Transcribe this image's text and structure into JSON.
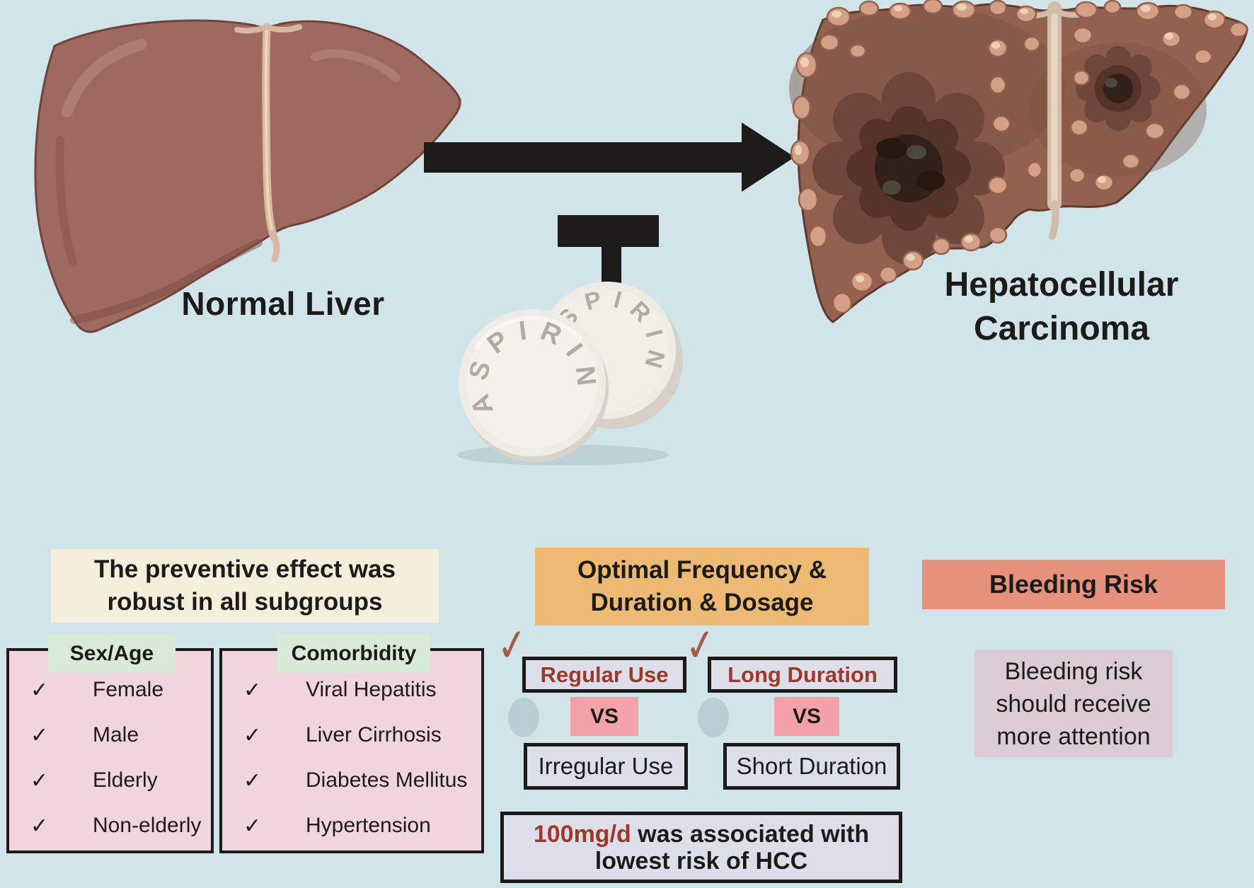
{
  "colors": {
    "background": "#d0e4e9",
    "black": "#1c1b1a",
    "accent_red": "#9e382a",
    "hand_check_red": "#9c4a36",
    "cream_box": "#f4eeda",
    "orange_box": "#edba74",
    "salmon_box": "#e5917c",
    "mauve_box": "#dbccd3",
    "pink_panel": "#f0d6dc",
    "green_tab": "#d9ead7",
    "lavender_box": "#dcdfe9",
    "vs_pink": "#f4a1aa",
    "normal_liver": "#9e6960",
    "hcc_liver": "#936150",
    "tablet": "#efece6"
  },
  "top": {
    "normal_liver_label": "Normal Liver",
    "hcc_label_line1": "Hepatocellular",
    "hcc_label_line2": "Carcinoma",
    "tablet_text": "ASPIRIN"
  },
  "panels": {
    "subgroups": {
      "title_line1": "The preventive effect was",
      "title_line2": "robust in all subgroups",
      "check_glyph": "✓",
      "groups": [
        {
          "header": "Sex/Age",
          "items": [
            "Female",
            "Male",
            "Elderly",
            "Non-elderly"
          ]
        },
        {
          "header": "Comorbidity",
          "items": [
            "Viral Hepatitis",
            "Liver Cirrhosis",
            "Diabetes Mellitus",
            "Hypertension"
          ]
        }
      ]
    },
    "optimal": {
      "title_line1": "Optimal Frequency &",
      "title_line2": "Duration & Dosage",
      "check_glyph": "✓",
      "vs_label": "VS",
      "comparisons": [
        {
          "winner": "Regular Use",
          "loser": "Irregular Use"
        },
        {
          "winner": "Long Duration",
          "loser": "Short Duration"
        }
      ],
      "dosage_highlight": "100mg/d",
      "dosage_line1_rest": " was associated with",
      "dosage_line2": "lowest risk of HCC"
    },
    "bleeding": {
      "title": "Bleeding Risk",
      "note_line1": "Bleeding risk",
      "note_line2": "should receive",
      "note_line3": "more attention"
    }
  }
}
